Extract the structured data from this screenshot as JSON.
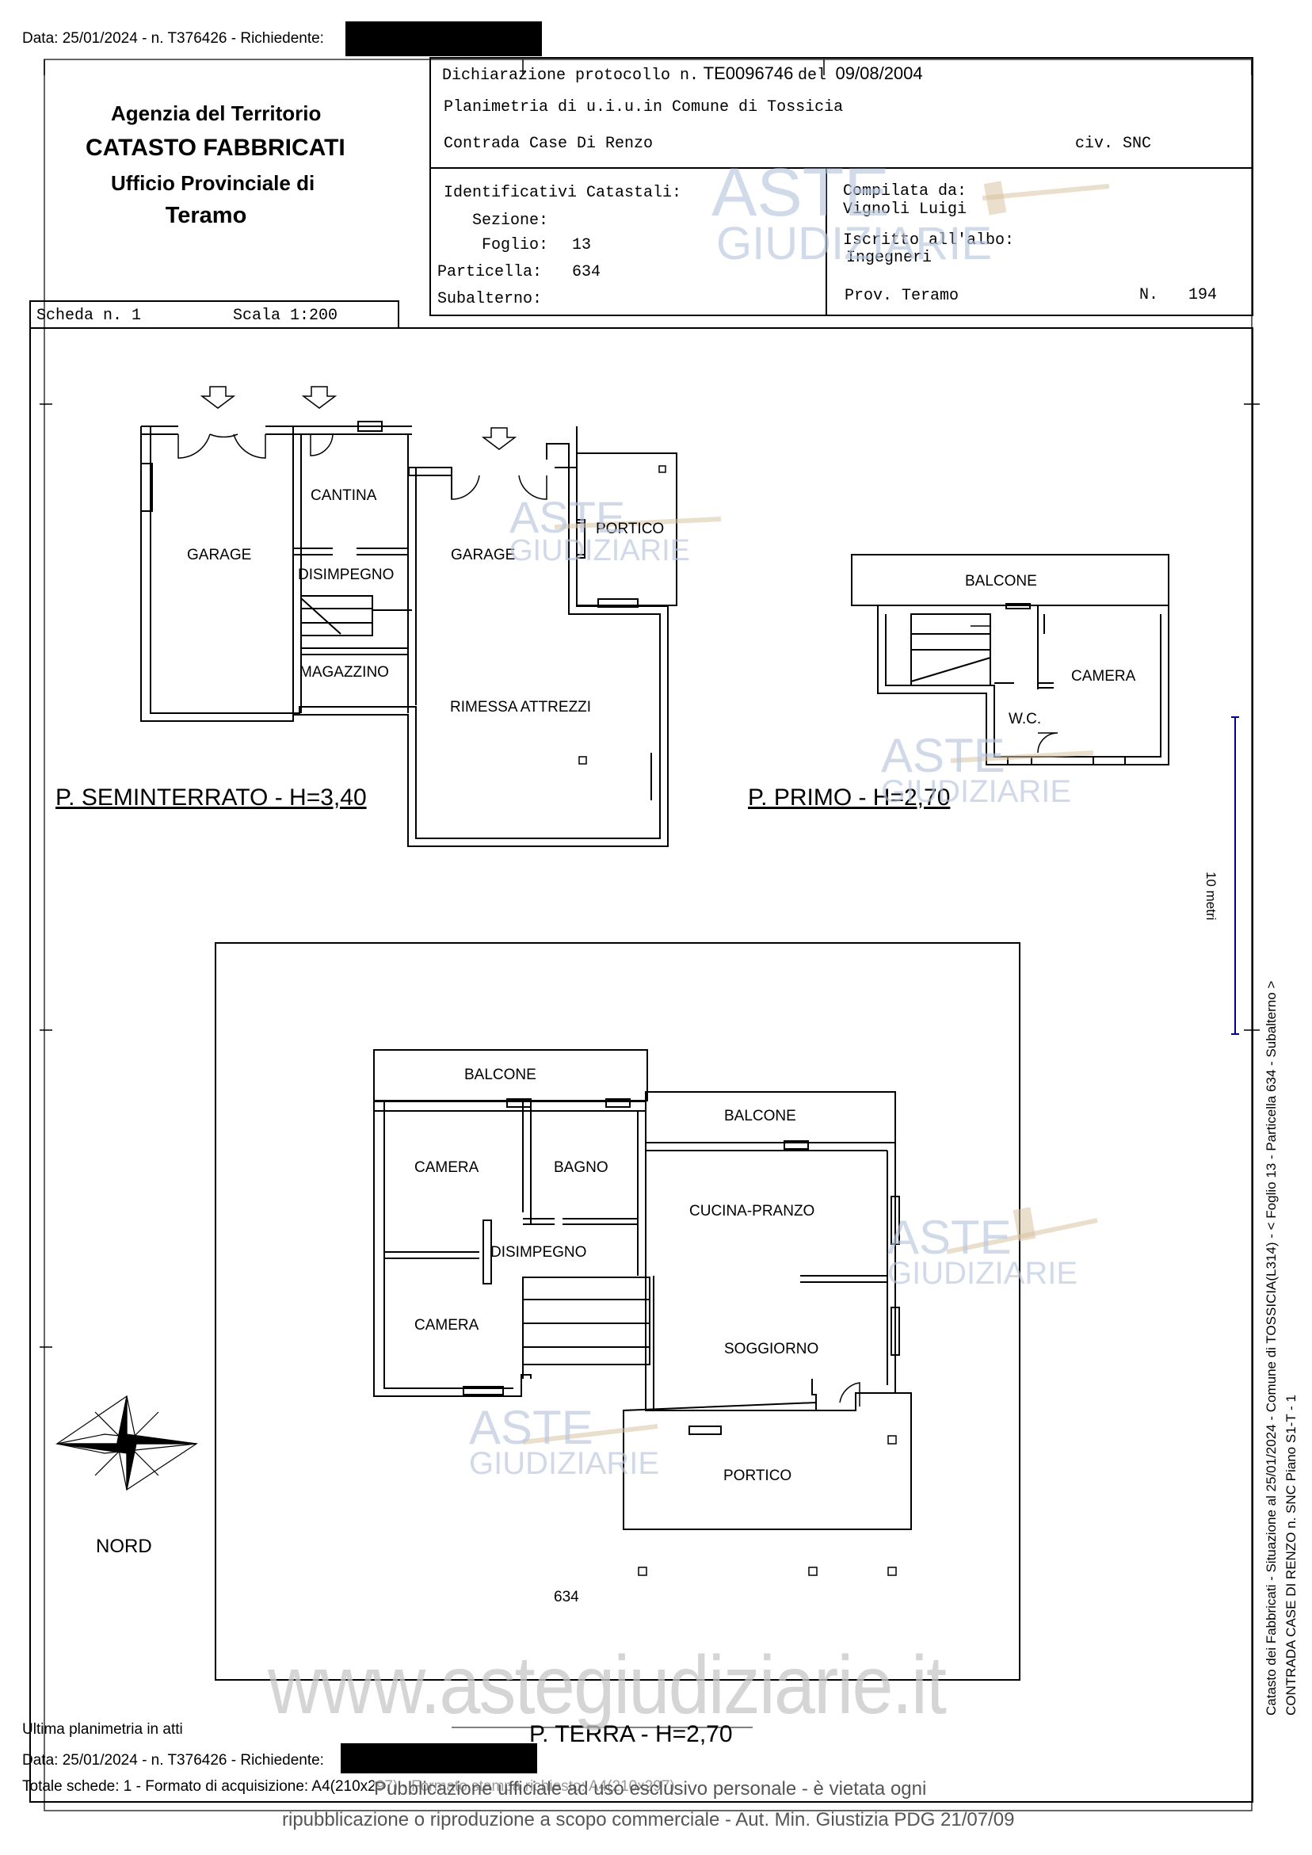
{
  "top_meta": {
    "text": "Data: 25/01/2024 - n. T376426 - Richiedente:"
  },
  "office": {
    "line1": "Agenzia del Territorio",
    "line2": "CATASTO FABBRICATI",
    "line3": "Ufficio Provinciale di",
    "line4": "Teramo"
  },
  "declaration": {
    "protocol_label": "Dichiarazione protocollo n.",
    "protocol_number": "TE0096746",
    "date_label": "del",
    "date": "09/08/2004",
    "plan_line": "Planimetria di u.i.u.in Comune di Tossicia",
    "address": "Contrada Case Di Renzo",
    "civ": "civ. SNC"
  },
  "identifiers": {
    "title": "Identificativi Catastali:",
    "sezione_label": "Sezione:",
    "sezione_value": "",
    "foglio_label": "Foglio:",
    "foglio_value": "13",
    "particella_label": "Particella:",
    "particella_value": "634",
    "subalterno_label": "Subalterno:",
    "subalterno_value": ""
  },
  "compiler": {
    "label": "Compilata da:",
    "name": "Vignoli Luigi",
    "albo_label": "Iscritto all'albo:",
    "albo": "Ingegneri",
    "prov": "Prov. Teramo",
    "n_label": "N.",
    "n_value": "194"
  },
  "scheda": {
    "label": "Scheda n. 1",
    "scale": "Scala 1:200"
  },
  "floors": {
    "seminterrato": {
      "title": "P. SEMINTERRATO - H=3,40",
      "rooms": [
        "GARAGE",
        "CANTINA",
        "DISIMPEGNO",
        "MAGAZZINO",
        "GARAGE",
        "PORTICO",
        "RIMESSA ATTREZZI"
      ]
    },
    "primo": {
      "title": "P. PRIMO - H=2,70",
      "rooms": [
        "BALCONE",
        "CAMERA",
        "W.C."
      ]
    },
    "terra": {
      "title": "P. TERRA - H=2,70",
      "rooms": [
        "BALCONE",
        "BALCONE",
        "CAMERA",
        "BAGNO",
        "CUCINA-PRANZO",
        "DISIMPEGNO",
        "CAMERA",
        "SOGGIORNO",
        "PORTICO"
      ],
      "parcel": "634"
    }
  },
  "compass_label": "NORD",
  "scale_bar_label": "10 metri",
  "watermark": {
    "line1": "ASTE",
    "line2": "GIUDIZIARIE",
    "url": "www.astegiudiziarie.it"
  },
  "side_text": {
    "line1": "Catasto dei Fabbricati - Situazione al 25/01/2024 - Comune di TOSSICIA(L314) - < Foglio 13 - Particella 634 - Subalterno >",
    "line2": "CONTRADA CASE DI RENZO n. SNC Piano S1-T - 1"
  },
  "footer": {
    "ultima": "Ultima planimetria in atti",
    "meta": "Data: 25/01/2024 - n. T376426 - Richiedente:",
    "totale": "Totale schede: 1 - Formato di acquisizione: A4(210x297) - Formato stampa richiesto: A4(210x297)",
    "notice1": "Pubblicazione ufficiale ad uso esclusivo personale - è vietata ogni",
    "notice2": "ripubblicazione o riproduzione a scopo commerciale - Aut. Min. Giustizia PDG 21/07/09"
  }
}
